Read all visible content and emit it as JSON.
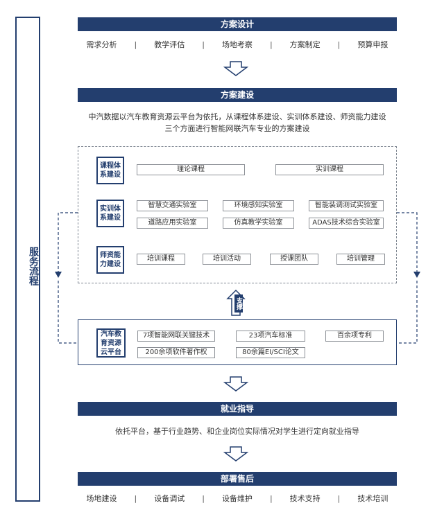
{
  "sidebar": {
    "title": "服务流程"
  },
  "stage1": {
    "title": "方案设计",
    "items": [
      "需求分析",
      "教学评估",
      "场地考察",
      "方案制定",
      "预算申报"
    ]
  },
  "stage2": {
    "title": "方案建设",
    "desc_line1": "中汽数据以汽车教育资源云平台为依托，从课程体系建设、实训体系建设、师资能力建设",
    "desc_line2": "三个方面进行智能网联汽车专业的方案建设",
    "course": {
      "label": "课程体系建设",
      "items": [
        "理论课程",
        "实训课程"
      ]
    },
    "training": {
      "label": "实训体系建设",
      "items": [
        "智慧交通实验室",
        "环境感知实验室",
        "智能装调测试实验室",
        "道路应用实验室",
        "仿真教学实验室",
        "ADAS技术综合实验室"
      ]
    },
    "faculty": {
      "label": "师资能力建设",
      "items": [
        "培训课程",
        "培训活动",
        "授课团队",
        "培训管理"
      ]
    },
    "support_label": "支撑",
    "platform": {
      "label": "汽车教育资源云平台",
      "items": [
        "7项智能网联关键技术",
        "23项汽车标准",
        "百余项专利",
        "200余项软件著作权",
        "80余篇EI/SCI论文"
      ]
    }
  },
  "stage3": {
    "title": "就业指导",
    "desc": "依托平台，基于行业趋势、和企业岗位实际情况对学生进行定向就业指导"
  },
  "stage4": {
    "title": "部署售后",
    "items": [
      "场地建设",
      "设备调试",
      "设备维护",
      "技术支持",
      "技术培训"
    ]
  },
  "colors": {
    "primary": "#233e6e",
    "border_gray": "#8b8f95"
  }
}
